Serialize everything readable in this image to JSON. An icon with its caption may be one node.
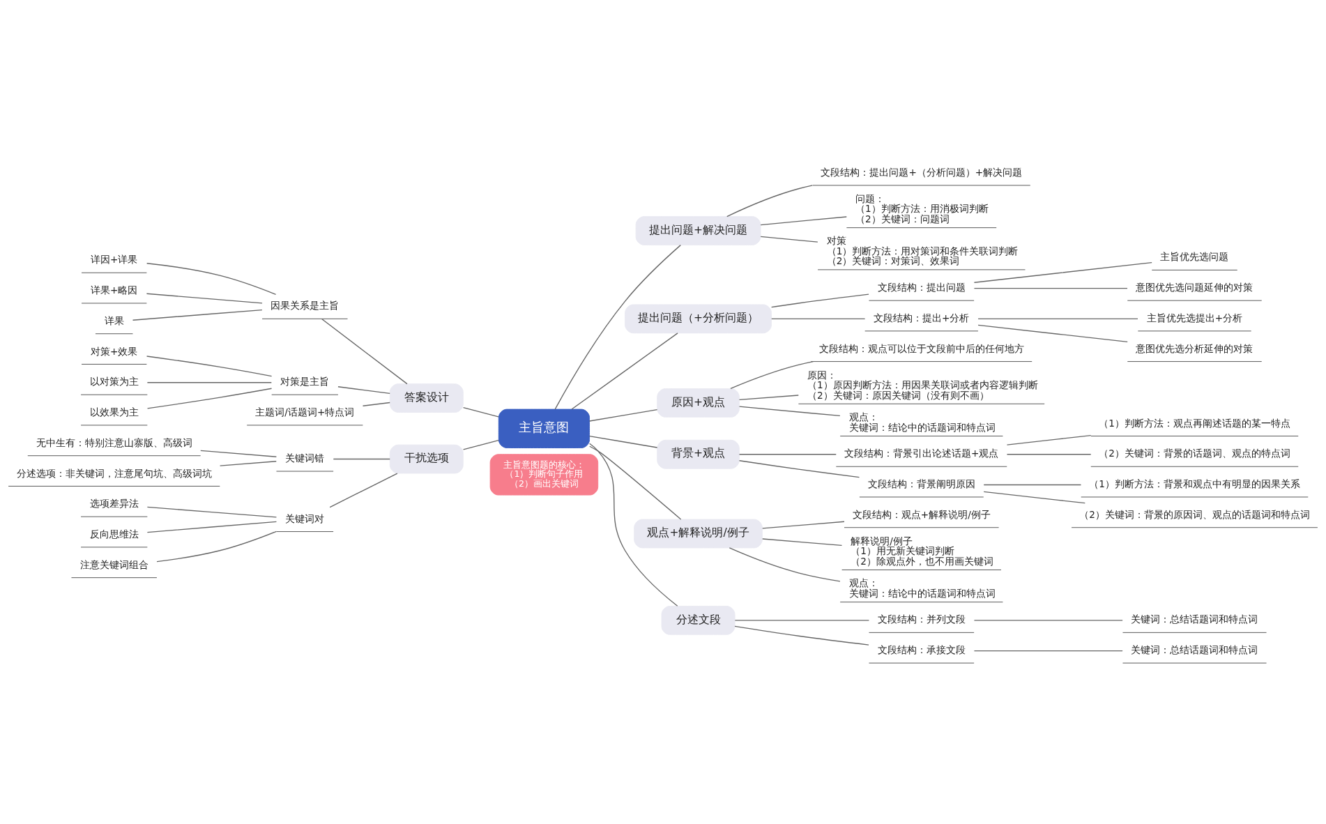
{
  "diagram": {
    "nodes": [
      {
        "text": [
          "主旨意图题的核心：",
          "（1）判断句子作用",
          "（2）画出关键词"
        ]
      },
      {
        "text": [
          "主旨意图"
        ]
      },
      {
        "text": [
          "提出问题+解决问题"
        ]
      },
      {
        "text": [
          "文段结构：提出问题+（分析问题）+解决问题"
        ]
      },
      {
        "text": [
          "问题：",
          "（1）判断方法：用消极词判断",
          "（2）关键词：问题词"
        ]
      },
      {
        "text": [
          "对策",
          "（1）判断方法：用对策词和条件关联词判断",
          "（2）关键词：对策词、效果词"
        ]
      },
      {
        "text": [
          "提出问题（+分析问题）"
        ]
      },
      {
        "text": [
          "文段结构：提出问题"
        ]
      },
      {
        "text": [
          "主旨优先选问题"
        ]
      },
      {
        "text": [
          "意图优先选问题延伸的对策"
        ]
      },
      {
        "text": [
          "文段结构：提出+分析"
        ]
      },
      {
        "text": [
          "主旨优先选提出+分析"
        ]
      },
      {
        "text": [
          "意图优先选分析延伸的对策"
        ]
      },
      {
        "text": [
          "原因+观点"
        ]
      },
      {
        "text": [
          "文段结构：观点可以位于文段前中后的任何地方"
        ]
      },
      {
        "text": [
          "原因：",
          "（1）原因判断方法：用因果关联词或者内容逻辑判断",
          "（2）关键词：原因关键词（没有则不画）"
        ]
      },
      {
        "text": [
          "观点：",
          "关键词：结论中的话题词和特点词"
        ]
      },
      {
        "text": [
          "背景+观点"
        ]
      },
      {
        "text": [
          "文段结构：背景引出论述话题+观点"
        ]
      },
      {
        "text": [
          "（1）判断方法：观点再阐述话题的某一特点"
        ]
      },
      {
        "text": [
          "（2）关键词：背景的话题词、观点的特点词"
        ]
      },
      {
        "text": [
          "文段结构：背景阐明原因"
        ]
      },
      {
        "text": [
          "（1）判断方法：背景和观点中有明显的因果关系"
        ]
      },
      {
        "text": [
          "（2）关键词：背景的原因词、观点的话题词和特点词"
        ]
      },
      {
        "text": [
          "观点+解释说明/例子"
        ]
      },
      {
        "text": [
          "文段结构：观点+解释说明/例子"
        ]
      },
      {
        "text": [
          "解释说明/例子",
          "（1）用无新关键词判断",
          "（2）除观点外，也不用画关键词"
        ]
      },
      {
        "text": [
          "观点：",
          "关键词：结论中的话题词和特点词"
        ]
      },
      {
        "text": [
          "分述文段"
        ]
      },
      {
        "text": [
          "文段结构：并列文段"
        ]
      },
      {
        "text": [
          "关键词：总结话题词和特点词"
        ]
      },
      {
        "text": [
          "文段结构：承接文段"
        ]
      },
      {
        "text": [
          "关键词：总结话题词和特点词"
        ]
      },
      {
        "text": [
          "答案设计"
        ]
      },
      {
        "text": [
          "因果关系是主旨"
        ]
      },
      {
        "text": [
          "详因+详果"
        ]
      },
      {
        "text": [
          "详果+略因"
        ]
      },
      {
        "text": [
          "详果"
        ]
      },
      {
        "text": [
          "对策是主旨"
        ]
      },
      {
        "text": [
          "对策+效果"
        ]
      },
      {
        "text": [
          "以对策为主"
        ]
      },
      {
        "text": [
          "以效果为主"
        ]
      },
      {
        "text": [
          "主题词/话题词+特点词"
        ]
      },
      {
        "text": [
          "干扰选项"
        ]
      },
      {
        "text": [
          "关键词错"
        ]
      },
      {
        "text": [
          "无中生有：特别注意山寨版、高级词"
        ]
      },
      {
        "text": [
          "分述选项：非关键词，注意尾句坑、高级词坑"
        ]
      },
      {
        "text": [
          "关键词对"
        ]
      },
      {
        "text": [
          "选项差异法"
        ]
      },
      {
        "text": [
          "反向思维法"
        ]
      },
      {
        "text": [
          "注意关键词组合"
        ]
      }
    ],
    "edges": [
      {
        "from": 1,
        "to": 2,
        "arrow": "none"
      },
      {
        "from": 2,
        "to": 3,
        "arrow": "none"
      },
      {
        "from": 2,
        "to": 4,
        "arrow": "none"
      },
      {
        "from": 2,
        "to": 5,
        "arrow": "none"
      },
      {
        "from": 1,
        "to": 6,
        "arrow": "none"
      },
      {
        "from": 6,
        "to": 7,
        "arrow": "none"
      },
      {
        "from": 7,
        "to": 8,
        "arrow": "none"
      },
      {
        "from": 7,
        "to": 9,
        "arrow": "none"
      },
      {
        "from": 6,
        "to": 10,
        "arrow": "none"
      },
      {
        "from": 10,
        "to": 11,
        "arrow": "none"
      },
      {
        "from": 10,
        "to": 12,
        "arrow": "none"
      },
      {
        "from": 1,
        "to": 13,
        "arrow": "none"
      },
      {
        "from": 13,
        "to": 14,
        "arrow": "none"
      },
      {
        "from": 13,
        "to": 15,
        "arrow": "none"
      },
      {
        "from": 13,
        "to": 16,
        "arrow": "none"
      },
      {
        "from": 1,
        "to": 17,
        "arrow": "none"
      },
      {
        "from": 17,
        "to": 18,
        "arrow": "none"
      },
      {
        "from": 18,
        "to": 19,
        "arrow": "none"
      },
      {
        "from": 18,
        "to": 20,
        "arrow": "none"
      },
      {
        "from": 17,
        "to": 21,
        "arrow": "none"
      },
      {
        "from": 21,
        "to": 22,
        "arrow": "none"
      },
      {
        "from": 21,
        "to": 23,
        "arrow": "none"
      },
      {
        "from": 1,
        "to": 24,
        "arrow": "none"
      },
      {
        "from": 24,
        "to": 25,
        "arrow": "none"
      },
      {
        "from": 24,
        "to": 26,
        "arrow": "none"
      },
      {
        "from": 24,
        "to": 27,
        "arrow": "none"
      },
      {
        "from": 1,
        "to": 28,
        "arrow": "none"
      },
      {
        "from": 28,
        "to": 29,
        "arrow": "none"
      },
      {
        "from": 29,
        "to": 30,
        "arrow": "none"
      },
      {
        "from": 28,
        "to": 31,
        "arrow": "none"
      },
      {
        "from": 31,
        "to": 32,
        "arrow": "none"
      },
      {
        "from": 33,
        "to": 1,
        "arrow": "none"
      },
      {
        "from": 34,
        "to": 33,
        "arrow": "none"
      },
      {
        "from": 35,
        "to": 34,
        "arrow": "none"
      },
      {
        "from": 36,
        "to": 34,
        "arrow": "none"
      },
      {
        "from": 37,
        "to": 34,
        "arrow": "none"
      },
      {
        "from": 38,
        "to": 33,
        "arrow": "none"
      },
      {
        "from": 39,
        "to": 38,
        "arrow": "none"
      },
      {
        "from": 40,
        "to": 38,
        "arrow": "none"
      },
      {
        "from": 41,
        "to": 38,
        "arrow": "none"
      },
      {
        "from": 42,
        "to": 33,
        "arrow": "none"
      },
      {
        "from": 43,
        "to": 1,
        "arrow": "none"
      },
      {
        "from": 44,
        "to": 43,
        "arrow": "none"
      },
      {
        "from": 45,
        "to": 44,
        "arrow": "none"
      },
      {
        "from": 46,
        "to": 44,
        "arrow": "none"
      },
      {
        "from": 47,
        "to": 43,
        "arrow": "none"
      },
      {
        "from": 48,
        "to": 47,
        "arrow": "none"
      },
      {
        "from": 49,
        "to": 47,
        "arrow": "none"
      },
      {
        "from": 50,
        "to": 47,
        "arrow": "none"
      }
    ]
  }
}
